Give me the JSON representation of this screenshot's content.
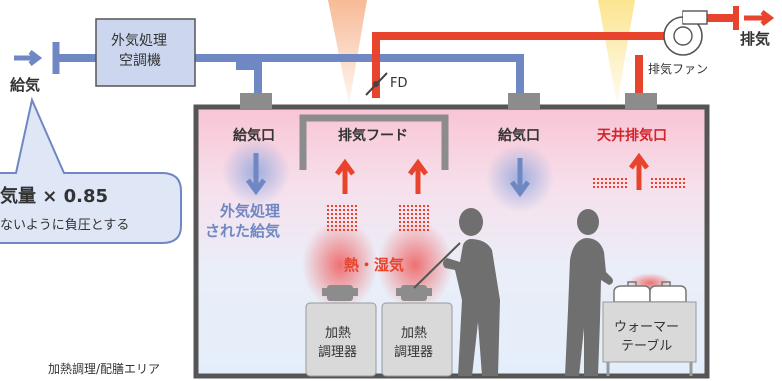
{
  "ahu": {
    "line1": "外気処理",
    "line2": "空調機"
  },
  "supply_intake_label": "給気",
  "exhaust_outlet_label": "排気",
  "exhaust_fan_label": "排気ファン",
  "fd_label": "FD",
  "supply_outlet_left_label": "給気口",
  "exhaust_hood_label": "排気フード",
  "supply_outlet_right_label": "給気口",
  "ceiling_exhaust_label": "天井排気口",
  "treated_air": {
    "line1": "外気処理",
    "line2": "された給気"
  },
  "heat_humidity_label": "熱・湿気",
  "callout": {
    "line1": "気量 × 0.85",
    "line2": "ないように負圧とする"
  },
  "cooker_left": {
    "line1": "加熱",
    "line2": "調理器"
  },
  "cooker_right": {
    "line1": "加熱",
    "line2": "調理器"
  },
  "warmer_table": {
    "line1": "ウォーマー",
    "line2": "テーブル"
  },
  "area_label": "加熱調理/配膳エリア",
  "colors": {
    "supply_duct": "#6f87c2",
    "exhaust_duct": "#e8442d",
    "room_border": "#555555",
    "heat_text": "#e8442d",
    "supply_text": "#6f87c2",
    "equipment": "#d9d9d9"
  }
}
